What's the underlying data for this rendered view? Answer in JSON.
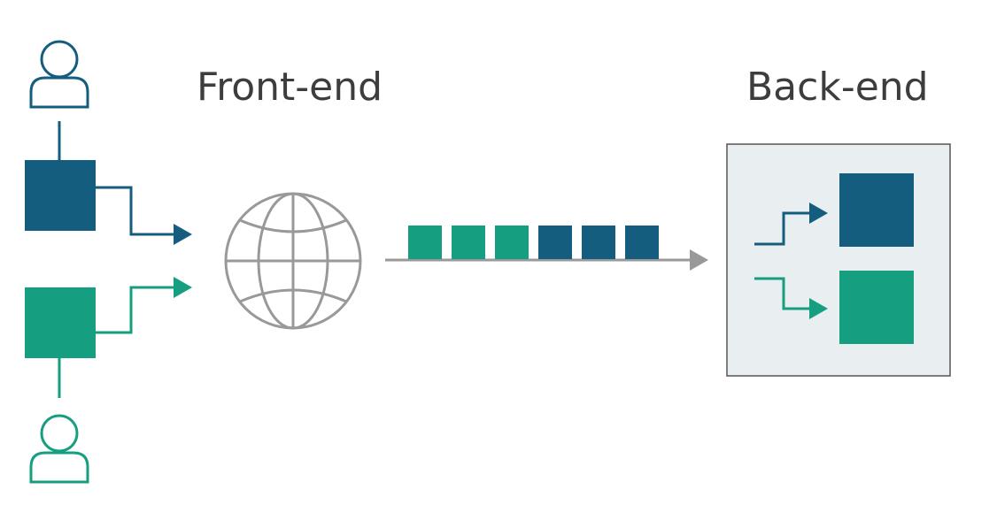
{
  "labels": {
    "front_end": "Front-end",
    "back_end": "Back-end"
  },
  "colors": {
    "blue": "#155d7f",
    "green": "#169e80",
    "gray": "#999999",
    "backend_fill": "#e9eff1",
    "backend_border": "#555555",
    "text": "#3d3d3d"
  },
  "queue": [
    "green",
    "green",
    "green",
    "blue",
    "blue",
    "blue"
  ],
  "icons": {
    "user_top": "user-icon",
    "user_bottom": "user-icon",
    "globe": "globe-icon"
  }
}
